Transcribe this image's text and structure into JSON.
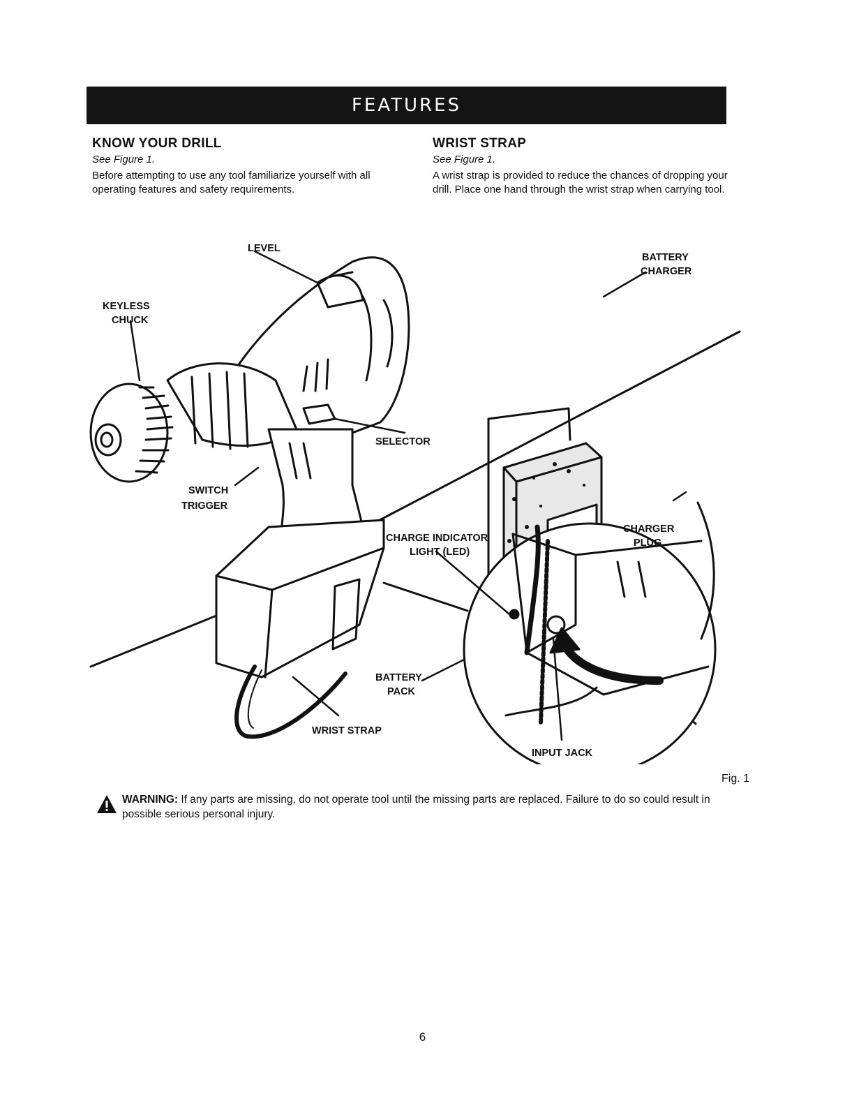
{
  "banner": {
    "title": "FEATURES"
  },
  "left": {
    "heading": "KNOW YOUR DRILL",
    "see": "See Figure 1.",
    "body": "Before attempting to use any tool familiarize yourself with all operating features and safety requirements."
  },
  "right": {
    "heading": "WRIST STRAP",
    "see": "See Figure 1.",
    "body": "A wrist strap is provided to reduce the chances of dropping your drill. Place one hand through the wrist strap when carrying tool."
  },
  "figure": {
    "labels": {
      "level": "LEVEL",
      "keyless_1": "KEYLESS",
      "keyless_2": "CHUCK",
      "battery_charger_1": "BATTERY",
      "battery_charger_2": "CHARGER",
      "selector": "SELECTOR",
      "switch_1": "SWITCH",
      "switch_2": "TRIGGER",
      "charge_1": "CHARGE INDICATOR",
      "charge_2": "LIGHT (LED)",
      "charger_plug_1": "CHARGER",
      "charger_plug_2": "PLUG",
      "battery_pack_1": "BATTERY",
      "battery_pack_2": "PACK",
      "wrist_strap": "WRIST STRAP",
      "input_jack": "INPUT JACK"
    },
    "fig_number": "Fig. 1"
  },
  "warning": {
    "label": "WARNING:",
    "text": " If any parts are missing, do not operate tool until the missing parts are replaced. Failure to do so could result in possible serious personal injury."
  },
  "page_number": "6"
}
